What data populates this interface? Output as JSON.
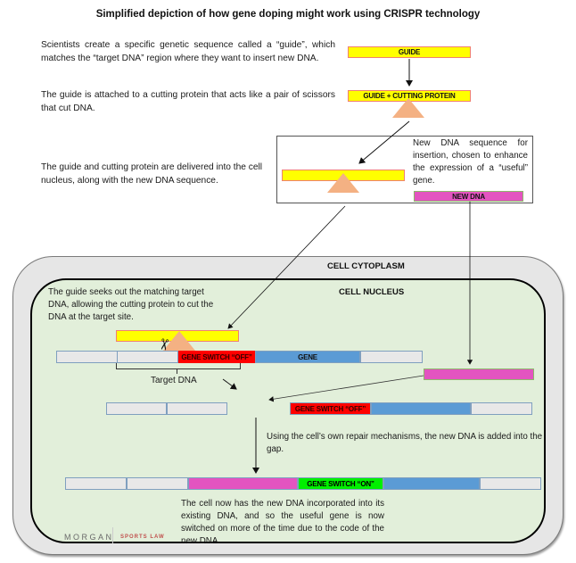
{
  "title": "Simplified depiction of how gene doping might work using CRISPR technology",
  "steps": {
    "step1": "Scientists create a specific genetic sequence called a “guide”, which matches the “target DNA” region where they want to insert new DNA.",
    "step2": "The guide is attached to a cutting protein that acts like a pair of scissors that cut DNA.",
    "step3": "The guide and cutting protein are delivered into the cell nucleus, along with the new DNA sequence.",
    "new_dna_desc": "New DNA sequence for insertion, chosen to enhance the expression of a “useful” gene.",
    "step4": "The guide seeks out the matching target DNA, allowing the cutting protein to cut the DNA at the target site.",
    "step5": "Using the cell’s own repair mechanisms, the new DNA is added into the gap.",
    "step6": "The cell now has the new DNA incorporated into its existing DNA, and so the useful gene is now switched on more of the time due to the code of the new DNA."
  },
  "labels": {
    "guide": "GUIDE",
    "guide_cutting": "GUIDE + CUTTING PROTEIN",
    "new_dna": "NEW DNA",
    "cytoplasm": "CELL CYTOPLASM",
    "nucleus": "CELL NUCLEUS",
    "switch_off": "GENE SWITCH “OFF”",
    "switch_on": "GENE SWITCH “ON”",
    "gene": "GENE",
    "target_dna": "Target DNA"
  },
  "logo": {
    "name": "MORGAN",
    "sub": "SPORTS LAW"
  },
  "colors": {
    "guide": "#ffff00",
    "cutting_protein": "#f4b183",
    "new_dna": "#e354c0",
    "switch_off": "#ff0000",
    "switch_on": "#00f000",
    "gene": "#5b9bd5",
    "nucleus": "#e2efda",
    "cytoplasm": "#e6e6e6"
  }
}
